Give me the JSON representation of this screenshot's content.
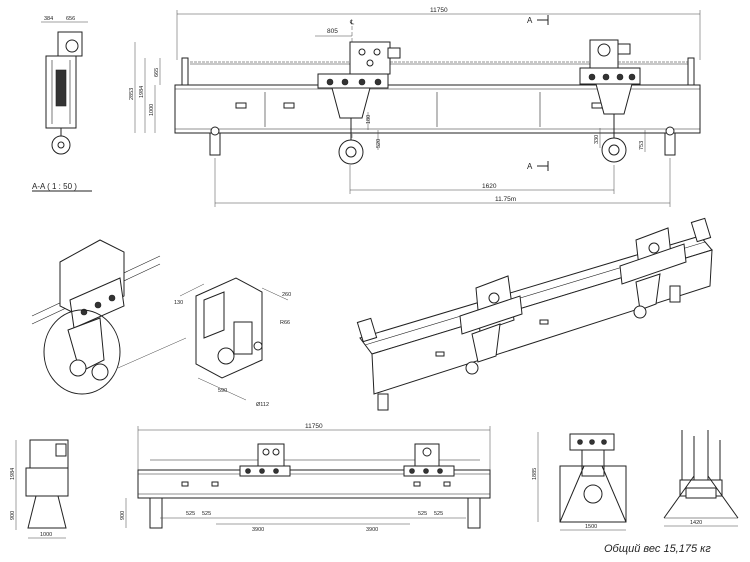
{
  "labels": {
    "total_length": "11750",
    "total_length_bottom": "11750",
    "span_1175m": "11.75m",
    "d805": "805",
    "d665": "665",
    "d1984_top": "1984",
    "d1000": "1000",
    "d2853": "2853",
    "d180": "180",
    "d520": "520",
    "d330": "330",
    "d753": "753",
    "d1620": "1620",
    "cl": "℄",
    "section_a_top": "A",
    "section_a_bottom": "A",
    "side_w1": "384",
    "side_w2": "656",
    "section_view": "A-A ( 1 : 50 )",
    "det_130": "130",
    "det_260": "260",
    "det_r66": "R66",
    "det_590": "590",
    "det_d112": "Ø112",
    "side_h1984": "1984",
    "side_h900": "900",
    "side_w1000": "1000",
    "bot_900": "900",
    "bot_525_1": "525",
    "bot_525_2": "525",
    "bot_3900_1": "3900",
    "bot_3900_2": "3900",
    "bot_525_3": "525",
    "bot_525_4": "525",
    "end_1885": "1885",
    "end_1500": "1500",
    "end_1420": "1420",
    "weight_note": "Общий вес 15,175 кг"
  }
}
